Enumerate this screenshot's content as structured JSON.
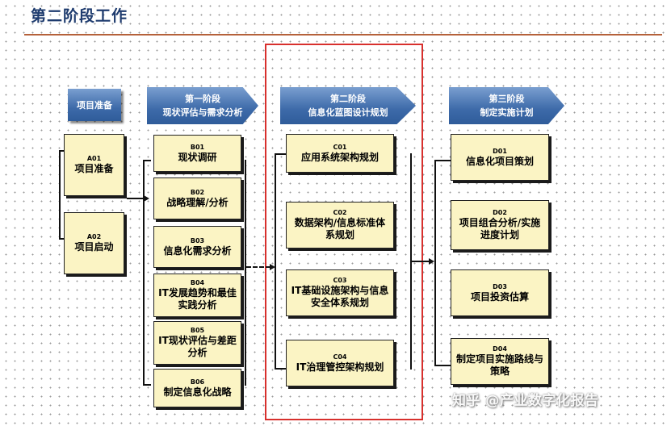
{
  "title": "第二阶段工作",
  "phases": [
    {
      "line1": "项目准备",
      "line2": ""
    },
    {
      "line1": "第一阶段",
      "line2": "现状评估与需求分析"
    },
    {
      "line1": "第二阶段",
      "line2": "信息化蓝图设计规划"
    },
    {
      "line1": "第三阶段",
      "line2": "制定实施计划"
    }
  ],
  "group_a": [
    {
      "code": "A01",
      "label": "项目准备"
    },
    {
      "code": "A02",
      "label": "项目启动"
    }
  ],
  "group_b": [
    {
      "code": "B01",
      "label": "现状调研"
    },
    {
      "code": "B02",
      "label": "战略理解/分析"
    },
    {
      "code": "B03",
      "label": "信息化需求分析"
    },
    {
      "code": "B04",
      "label": "IT发展趋势和最佳实践分析"
    },
    {
      "code": "B05",
      "label": "IT现状评估与差距分析"
    },
    {
      "code": "B06",
      "label": "制定信息化战略"
    }
  ],
  "group_c": [
    {
      "code": "C01",
      "label": "应用系统架构规划"
    },
    {
      "code": "C02",
      "label": "数据架构/信息标准体系规划"
    },
    {
      "code": "C03",
      "label": "IT基础设施架构与信息安全体系规划"
    },
    {
      "code": "C04",
      "label": "IT治理管控架构规划"
    }
  ],
  "group_d": [
    {
      "code": "D01",
      "label": "信息化项目策划"
    },
    {
      "code": "D02",
      "label": "项目组合分析/实施进度计划"
    },
    {
      "code": "D03",
      "label": "项目投资估算"
    },
    {
      "code": "D04",
      "label": "制定项目实施路线与策略"
    }
  ],
  "watermark": "知乎 @产业数字化报告",
  "colors": {
    "title": "#1e3b6e",
    "title_rule": "#b5613a",
    "phase_blue": "#3d6aa9",
    "box_fill": "#fbf4c4",
    "highlight": "#d8302d"
  }
}
